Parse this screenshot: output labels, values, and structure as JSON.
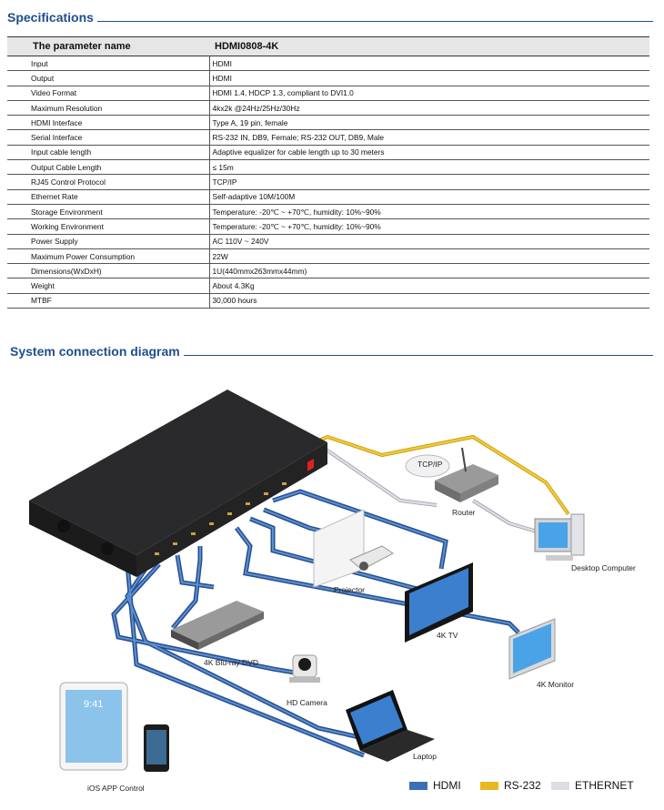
{
  "specifications": {
    "title": "Specifications",
    "header": {
      "param": "The parameter name",
      "model": "HDMI0808-4K"
    },
    "rows": [
      {
        "name": "Input",
        "value": "HDMI"
      },
      {
        "name": "Output",
        "value": "HDMI"
      },
      {
        "name": "Video Format",
        "value": "HDMI 1.4, HDCP 1.3, compliant to DVI1.0"
      },
      {
        "name": "Maximum Resolution",
        "value": "4kx2k @24Hz/25Hz/30Hz"
      },
      {
        "name": "HDMI Interface",
        "value": "Type A, 19 pin, female"
      },
      {
        "name": "Serial Interface",
        "value": "RS-232 IN, DB9, Female; RS-232 OUT, DB9, Male"
      },
      {
        "name": "Input cable length",
        "value": "Adaptive equalizer for cable length up to 30 meters"
      },
      {
        "name": "Output Cable Length",
        "value": "≤ 15m"
      },
      {
        "name": "RJ45 Control Protocol",
        "value": "TCP/IP"
      },
      {
        "name": "Ethernet Rate",
        "value": "Self-adaptive 10M/100M"
      },
      {
        "name": "Storage Environment",
        "value": "Temperature: -20℃ ~ +70℃, humidity: 10%~90%"
      },
      {
        "name": "Working Environment",
        "value": "Temperature: -20℃ ~ +70℃, humidity: 10%~90%"
      },
      {
        "name": "Power Supply",
        "value": "AC 110V ~ 240V"
      },
      {
        "name": "Maximum Power Consumption",
        "value": "22W"
      },
      {
        "name": "Dimensions(WxDxH)",
        "value": "1U(440mmx263mmx44mm)"
      },
      {
        "name": "Weight",
        "value": "About 4.3Kg"
      },
      {
        "name": "MTBF",
        "value": "30,000 hours"
      }
    ]
  },
  "diagram": {
    "title": "System connection diagram",
    "labels": {
      "tcpip": "TCP/IP",
      "router": "Router",
      "desktop": "Desktop Computer",
      "projector": "Projector",
      "tv": "4K TV",
      "monitor": "4K Monitor",
      "bluray": "4K Blu-ray DVD",
      "camera": "HD Camera",
      "laptop": "Laptop",
      "ios": "iOS APP Control",
      "ipad_time": "9:41"
    },
    "legend": [
      {
        "label": "HDMI",
        "color": "#3a6fb5"
      },
      {
        "label": "RS-232",
        "color": "#e8b820"
      },
      {
        "label": "ETHERNET",
        "color": "#e0dce6"
      }
    ]
  }
}
